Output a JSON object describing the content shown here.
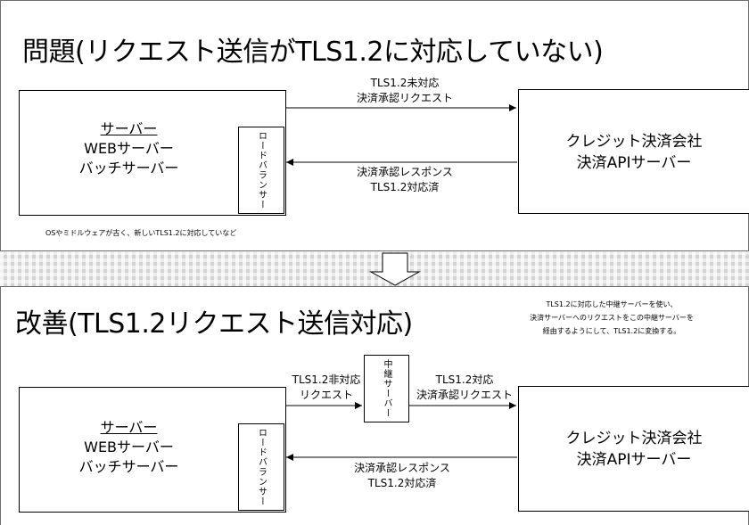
{
  "top": {
    "title": "問題(リクエスト送信がTLS1.2に対応していない)",
    "server": {
      "line1": "サーバー",
      "line2": "WEBサーバー",
      "line3": "バッチサーバー"
    },
    "load_balancer": "ロードバランサー",
    "card_company": {
      "line1": "クレジット決済会社",
      "line2": "決済APIサーバー"
    },
    "request_label": {
      "line1": "TLS1.2未対応",
      "line2": "決済承認リクエスト"
    },
    "response_label": {
      "line1": "決済承認レスポンス",
      "line2": "TLS1.2対応済"
    },
    "note": "OSやミドルウェアが古く、新しいTLS1.2に対応していなど"
  },
  "bottom": {
    "title": "改善(TLS1.2リクエスト送信対応)",
    "description": {
      "line1": "TLS1.2に対応した中継サーバーを使い、",
      "line2": "決済サーバーへのリクエストをこの中継サーバーを",
      "line3": "経由するようにして、TLS1.2に変換する。"
    },
    "server": {
      "line1": "サーバー",
      "line2": "WEBサーバー",
      "line3": "バッチサーバー"
    },
    "load_balancer": "ロードバランサー",
    "relay": "中継サーバー",
    "card_company": {
      "line1": "クレジット決済会社",
      "line2": "決済APIサーバー"
    },
    "request_in_label": {
      "line1": "TLS1.2非対応",
      "line2": "リクエスト"
    },
    "request_out_label": {
      "line1": "TLS1.2対応",
      "line2": "決済承認リクエスト"
    },
    "response_label": {
      "line1": "決済承認レスポンス",
      "line2": "TLS1.2対応済"
    }
  }
}
